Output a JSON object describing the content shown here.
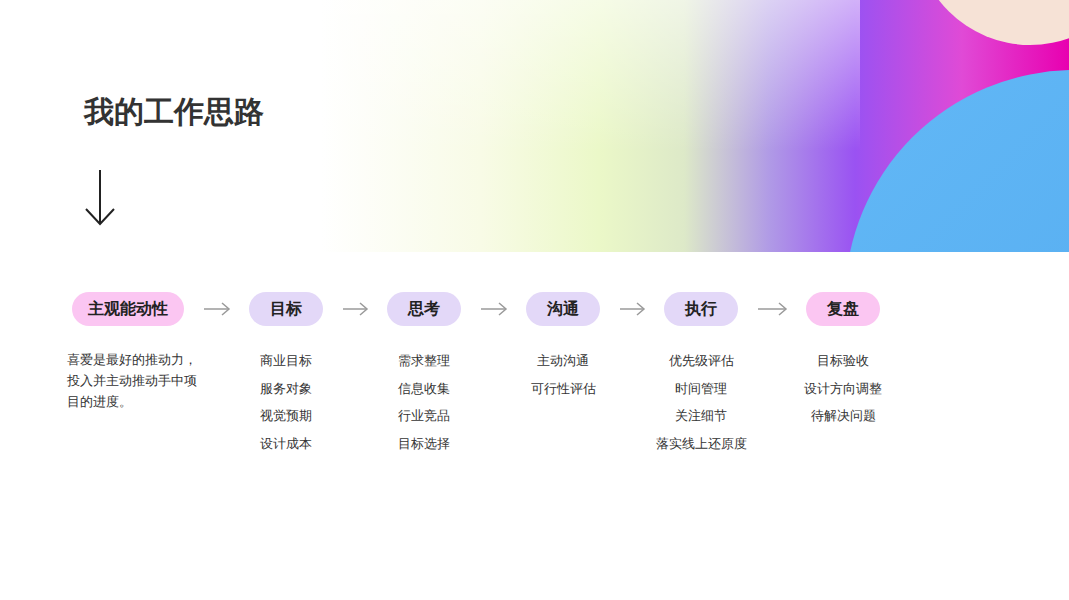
{
  "diagram": {
    "title": "我的工作思路",
    "nodes": [
      {
        "text": [
          "主观能动性"
        ]
      },
      {
        "text": [
          "目标"
        ]
      },
      {
        "text": [
          "思考"
        ]
      },
      {
        "text": [
          "沟通"
        ]
      },
      {
        "text": [
          "执行"
        ]
      },
      {
        "text": [
          "复盘"
        ]
      }
    ],
    "edges": [
      {
        "from": 0,
        "to": 1,
        "arrow": "to"
      },
      {
        "from": 1,
        "to": 2,
        "arrow": "to"
      },
      {
        "from": 2,
        "to": 3,
        "arrow": "to"
      },
      {
        "from": 3,
        "to": 4,
        "arrow": "to"
      },
      {
        "from": 4,
        "to": 5,
        "arrow": "to"
      }
    ],
    "labels": [
      "喜爱是最好的推动力，投入并主动推动手中项目的进度。",
      "商业目标",
      "服务对象",
      "视觉预期",
      "设计成本",
      "需求整理",
      "信息收集",
      "行业竞品",
      "目标选择",
      "主动沟通",
      "可行性评估",
      "优先级评估",
      "时间管理",
      "关注细节",
      "落实线上还原度",
      "目标验收",
      "设计方向调整",
      "待解决问题"
    ]
  }
}
